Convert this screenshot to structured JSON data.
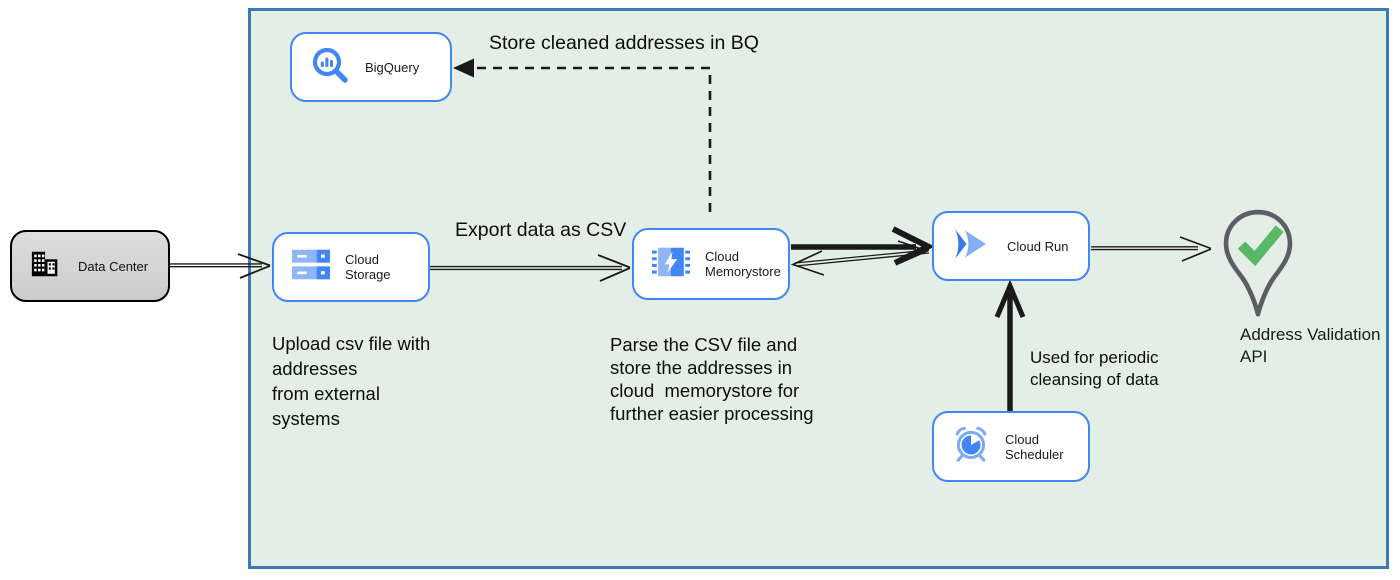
{
  "diagram": {
    "nodes": {
      "data_center": {
        "label": "Data Center"
      },
      "bigquery": {
        "label": "BigQuery"
      },
      "cloud_storage": {
        "label": "Cloud Storage"
      },
      "cloud_memorystore": {
        "label": "Cloud\nMemorystore"
      },
      "cloud_run": {
        "label": "Cloud Run"
      },
      "cloud_scheduler": {
        "label": "Cloud Scheduler"
      },
      "address_validation_api": {
        "label": "Address Validation\nAPI"
      }
    },
    "annotations": {
      "store_bq": "Store cleaned addresses in BQ",
      "export_csv": "Export data as CSV",
      "upload_note": "Upload csv file with\naddresses\nfrom external\nsystems",
      "parse_note": "Parse the CSV file and\nstore the addresses in\ncloud  memorystore for\nfurther easier processing",
      "periodic_note": "Used for periodic\ncleansing of data"
    },
    "colors": {
      "container_fill": "#e3efe6",
      "container_border": "#3d7ab8",
      "node_border": "#4285f4",
      "gcp_blue": "#4285f4",
      "gcp_blue_light": "#8fb4f8",
      "check_green": "#57b868",
      "pin_gray": "#5b5f63",
      "datacenter_fill": "#d6d6d6",
      "edge_black": "#1a1a1a"
    }
  }
}
